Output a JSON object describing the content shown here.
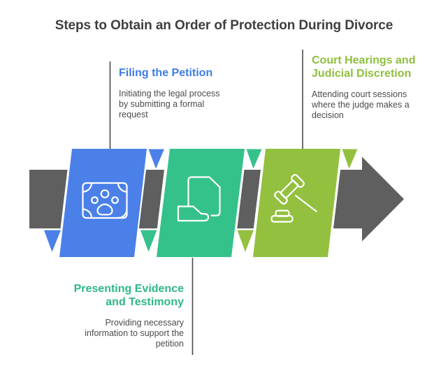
{
  "title": "Steps to Obtain an Order of Protection During Divorce",
  "arrow": {
    "direction": "left-to-right",
    "color": "#5f5f5f"
  },
  "colors": {
    "background": "#ffffff",
    "title_text": "#3f3f3f",
    "body_text": "#4b4b4b",
    "connector": "#4a4a4a",
    "icon_stroke": "#ffffff"
  },
  "steps": [
    {
      "name": "Filing the Petition",
      "heading_lines": [
        "Filing the Petition"
      ],
      "description_lines": [
        "Initiating the legal process",
        "by submitting a formal",
        "request"
      ],
      "icon": "paw-certificate-icon",
      "color": "#4a80e8",
      "heading_color": "#3e7ce8"
    },
    {
      "name": "Presenting Evidence and Testimony",
      "heading_lines": [
        "Presenting Evidence",
        "and Testimony"
      ],
      "description_lines": [
        "Providing necessary",
        "information to support the",
        "petition"
      ],
      "icon": "hand-document-icon",
      "color": "#35c28a",
      "heading_color": "#2eb884"
    },
    {
      "name": "Court Hearings and Judicial Discretion",
      "heading_lines": [
        "Court Hearings and",
        "Judicial Discretion"
      ],
      "description_lines": [
        "Attending court sessions",
        "where the judge makes a",
        "decision"
      ],
      "icon": "gavel-icon",
      "color": "#93c03f",
      "heading_color": "#8ebf3c"
    }
  ]
}
